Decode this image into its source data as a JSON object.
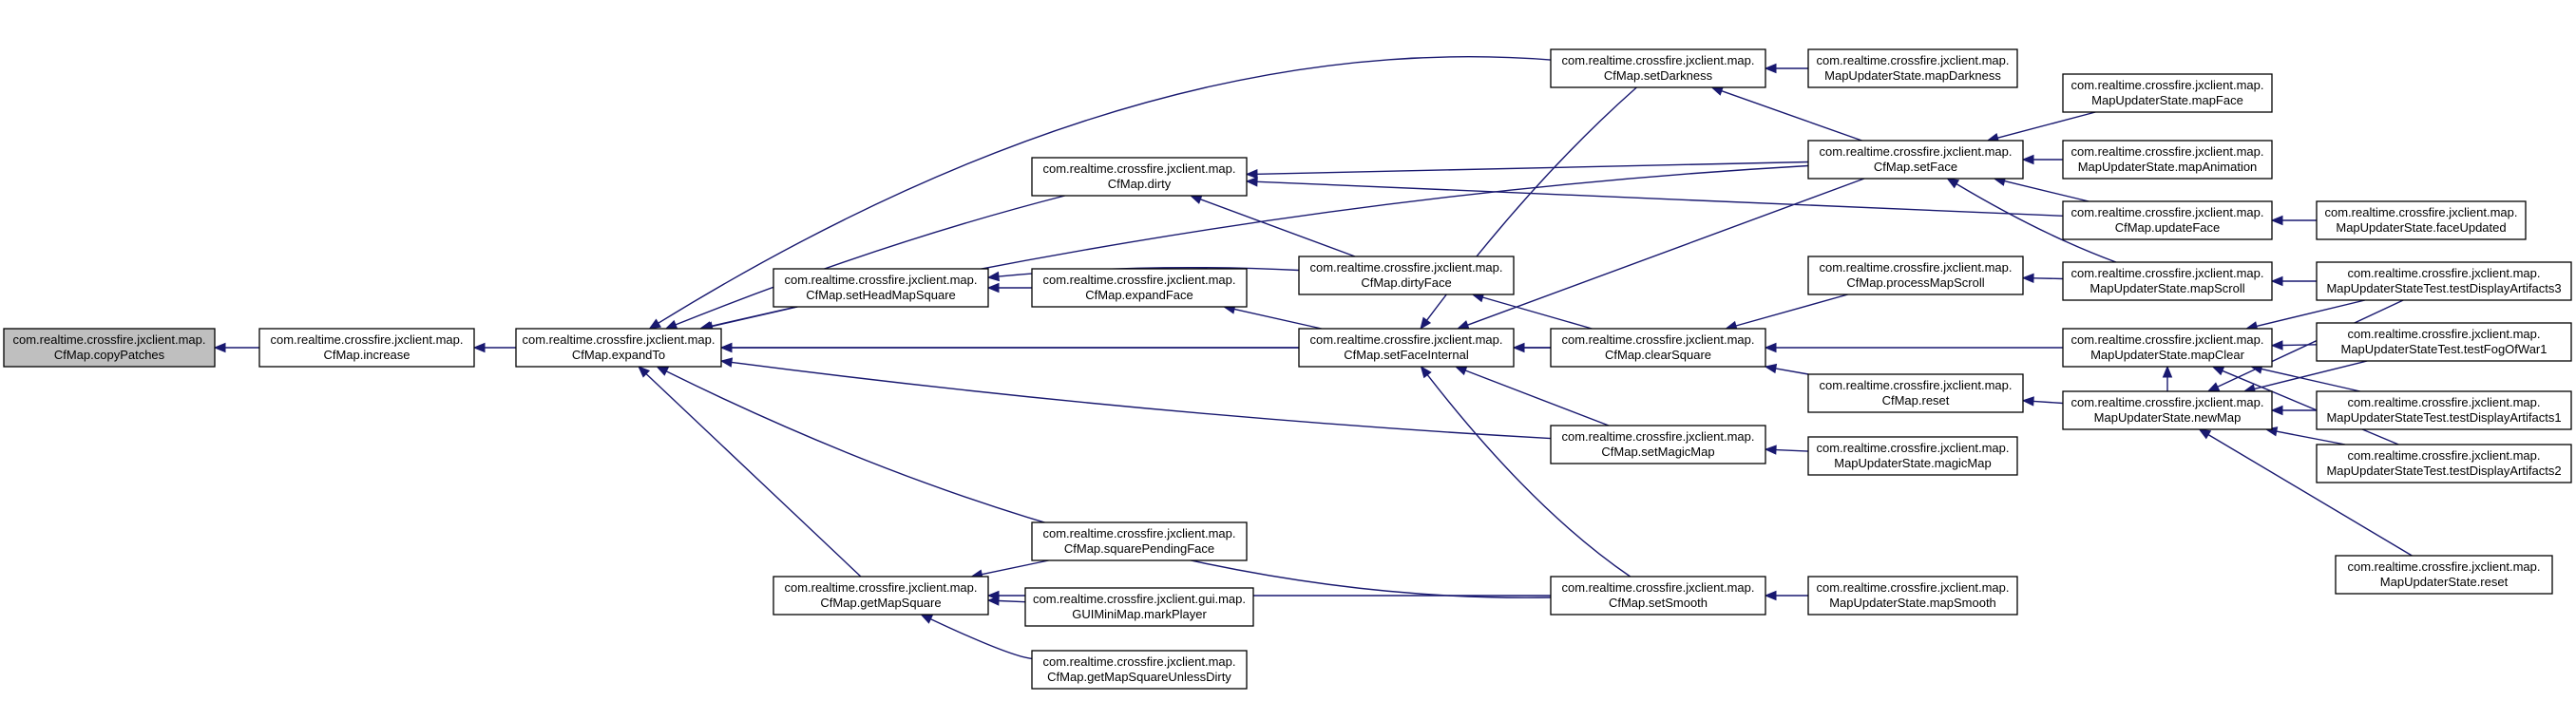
{
  "graph": {
    "title": "",
    "nodes": [
      {
        "id": "copyPatches",
        "l1": "com.realtime.crossfire.jxclient.map.",
        "l2": "CfMap.copyPatches",
        "root": true
      },
      {
        "id": "increase",
        "l1": "com.realtime.crossfire.jxclient.map.",
        "l2": "CfMap.increase"
      },
      {
        "id": "expandTo",
        "l1": "com.realtime.crossfire.jxclient.map.",
        "l2": "CfMap.expandTo"
      },
      {
        "id": "dirty",
        "l1": "com.realtime.crossfire.jxclient.map.",
        "l2": "CfMap.dirty"
      },
      {
        "id": "setHeadMapSquare",
        "l1": "com.realtime.crossfire.jxclient.map.",
        "l2": "CfMap.setHeadMapSquare"
      },
      {
        "id": "expandFace",
        "l1": "com.realtime.crossfire.jxclient.map.",
        "l2": "CfMap.expandFace"
      },
      {
        "id": "getMapSquare",
        "l1": "com.realtime.crossfire.jxclient.map.",
        "l2": "CfMap.getMapSquare"
      },
      {
        "id": "squarePendingFace",
        "l1": "com.realtime.crossfire.jxclient.map.",
        "l2": "CfMap.squarePendingFace"
      },
      {
        "id": "markPlayer",
        "l1": "com.realtime.crossfire.jxclient.gui.map.",
        "l2": "GUIMiniMap.markPlayer"
      },
      {
        "id": "getMapSquareUnlessDirty",
        "l1": "com.realtime.crossfire.jxclient.map.",
        "l2": "CfMap.getMapSquareUnlessDirty"
      },
      {
        "id": "setDarkness",
        "l1": "com.realtime.crossfire.jxclient.map.",
        "l2": "CfMap.setDarkness"
      },
      {
        "id": "dirtyFace",
        "l1": "com.realtime.crossfire.jxclient.map.",
        "l2": "CfMap.dirtyFace"
      },
      {
        "id": "setFaceInternal",
        "l1": "com.realtime.crossfire.jxclient.map.",
        "l2": "CfMap.setFaceInternal"
      },
      {
        "id": "clearSquare",
        "l1": "com.realtime.crossfire.jxclient.map.",
        "l2": "CfMap.clearSquare"
      },
      {
        "id": "setMagicMap",
        "l1": "com.realtime.crossfire.jxclient.map.",
        "l2": "CfMap.setMagicMap"
      },
      {
        "id": "setSmooth",
        "l1": "com.realtime.crossfire.jxclient.map.",
        "l2": "CfMap.setSmooth"
      },
      {
        "id": "mapDarkness",
        "l1": "com.realtime.crossfire.jxclient.map.",
        "l2": "MapUpdaterState.mapDarkness"
      },
      {
        "id": "setFace",
        "l1": "com.realtime.crossfire.jxclient.map.",
        "l2": "CfMap.setFace"
      },
      {
        "id": "processMapScroll",
        "l1": "com.realtime.crossfire.jxclient.map.",
        "l2": "CfMap.processMapScroll"
      },
      {
        "id": "reset",
        "l1": "com.realtime.crossfire.jxclient.map.",
        "l2": "CfMap.reset"
      },
      {
        "id": "magicMap",
        "l1": "com.realtime.crossfire.jxclient.map.",
        "l2": "MapUpdaterState.magicMap"
      },
      {
        "id": "mapSmooth",
        "l1": "com.realtime.crossfire.jxclient.map.",
        "l2": "MapUpdaterState.mapSmooth"
      },
      {
        "id": "mapFace",
        "l1": "com.realtime.crossfire.jxclient.map.",
        "l2": "MapUpdaterState.mapFace"
      },
      {
        "id": "mapAnimation",
        "l1": "com.realtime.crossfire.jxclient.map.",
        "l2": "MapUpdaterState.mapAnimation"
      },
      {
        "id": "updateFace",
        "l1": "com.realtime.crossfire.jxclient.map.",
        "l2": "CfMap.updateFace"
      },
      {
        "id": "mapScroll",
        "l1": "com.realtime.crossfire.jxclient.map.",
        "l2": "MapUpdaterState.mapScroll"
      },
      {
        "id": "mapClear",
        "l1": "com.realtime.crossfire.jxclient.map.",
        "l2": "MapUpdaterState.mapClear"
      },
      {
        "id": "newMap",
        "l1": "com.realtime.crossfire.jxclient.map.",
        "l2": "MapUpdaterState.newMap"
      },
      {
        "id": "faceUpdated",
        "l1": "com.realtime.crossfire.jxclient.map.",
        "l2": "MapUpdaterState.faceUpdated"
      },
      {
        "id": "testDA3",
        "l1": "com.realtime.crossfire.jxclient.map.",
        "l2": "MapUpdaterStateTest.testDisplayArtifacts3"
      },
      {
        "id": "testFog",
        "l1": "com.realtime.crossfire.jxclient.map.",
        "l2": "MapUpdaterStateTest.testFogOfWar1"
      },
      {
        "id": "testDA1",
        "l1": "com.realtime.crossfire.jxclient.map.",
        "l2": "MapUpdaterStateTest.testDisplayArtifacts1"
      },
      {
        "id": "testDA2",
        "l1": "com.realtime.crossfire.jxclient.map.",
        "l2": "MapUpdaterStateTest.testDisplayArtifacts2"
      },
      {
        "id": "msReset",
        "l1": "com.realtime.crossfire.jxclient.map.",
        "l2": "MapUpdaterState.reset"
      }
    ],
    "edges": [
      [
        "copyPatches",
        "increase"
      ],
      [
        "increase",
        "expandTo"
      ],
      [
        "expandTo",
        "setDarkness"
      ],
      [
        "expandTo",
        "setFace"
      ],
      [
        "expandTo",
        "dirty"
      ],
      [
        "expandTo",
        "setHeadMapSquare"
      ],
      [
        "expandTo",
        "setFaceInternal"
      ],
      [
        "expandTo",
        "clearSquare"
      ],
      [
        "expandTo",
        "setMagicMap"
      ],
      [
        "expandTo",
        "getMapSquare"
      ],
      [
        "expandTo",
        "setSmooth"
      ],
      [
        "dirty",
        "setFace"
      ],
      [
        "dirty",
        "updateFace"
      ],
      [
        "dirty",
        "dirtyFace"
      ],
      [
        "setHeadMapSquare",
        "expandFace"
      ],
      [
        "setHeadMapSquare",
        "dirtyFace"
      ],
      [
        "expandFace",
        "setFaceInternal"
      ],
      [
        "getMapSquare",
        "squarePendingFace"
      ],
      [
        "getMapSquare",
        "markPlayer"
      ],
      [
        "getMapSquare",
        "getMapSquareUnlessDirty"
      ],
      [
        "getMapSquare",
        "setSmooth"
      ],
      [
        "dirtyFace",
        "clearSquare"
      ],
      [
        "setFaceInternal",
        "setDarkness"
      ],
      [
        "setFaceInternal",
        "setFace"
      ],
      [
        "setFaceInternal",
        "clearSquare"
      ],
      [
        "setFaceInternal",
        "setMagicMap"
      ],
      [
        "setFaceInternal",
        "setSmooth"
      ],
      [
        "setDarkness",
        "mapDarkness"
      ],
      [
        "setDarkness",
        "setFace"
      ],
      [
        "setFace",
        "mapFace"
      ],
      [
        "setFace",
        "mapAnimation"
      ],
      [
        "setFace",
        "updateFace"
      ],
      [
        "setFace",
        "mapScroll"
      ],
      [
        "updateFace",
        "faceUpdated"
      ],
      [
        "clearSquare",
        "processMapScroll"
      ],
      [
        "clearSquare",
        "mapClear"
      ],
      [
        "clearSquare",
        "reset"
      ],
      [
        "processMapScroll",
        "mapScroll"
      ],
      [
        "reset",
        "newMap"
      ],
      [
        "setMagicMap",
        "magicMap"
      ],
      [
        "setSmooth",
        "mapSmooth"
      ],
      [
        "mapScroll",
        "testDA3"
      ],
      [
        "mapClear",
        "testDA3"
      ],
      [
        "mapClear",
        "testFog"
      ],
      [
        "mapClear",
        "testDA1"
      ],
      [
        "mapClear",
        "testDA2"
      ],
      [
        "mapClear",
        "newMap"
      ],
      [
        "newMap",
        "testDA3"
      ],
      [
        "newMap",
        "testFog"
      ],
      [
        "newMap",
        "testDA1"
      ],
      [
        "newMap",
        "testDA2"
      ],
      [
        "newMap",
        "msReset"
      ]
    ]
  },
  "colors": {
    "edge": "#191970",
    "node_border": "#000000",
    "node_fill": "#ffffff",
    "root_fill": "#bfbfbf",
    "background": "#ffffff"
  }
}
